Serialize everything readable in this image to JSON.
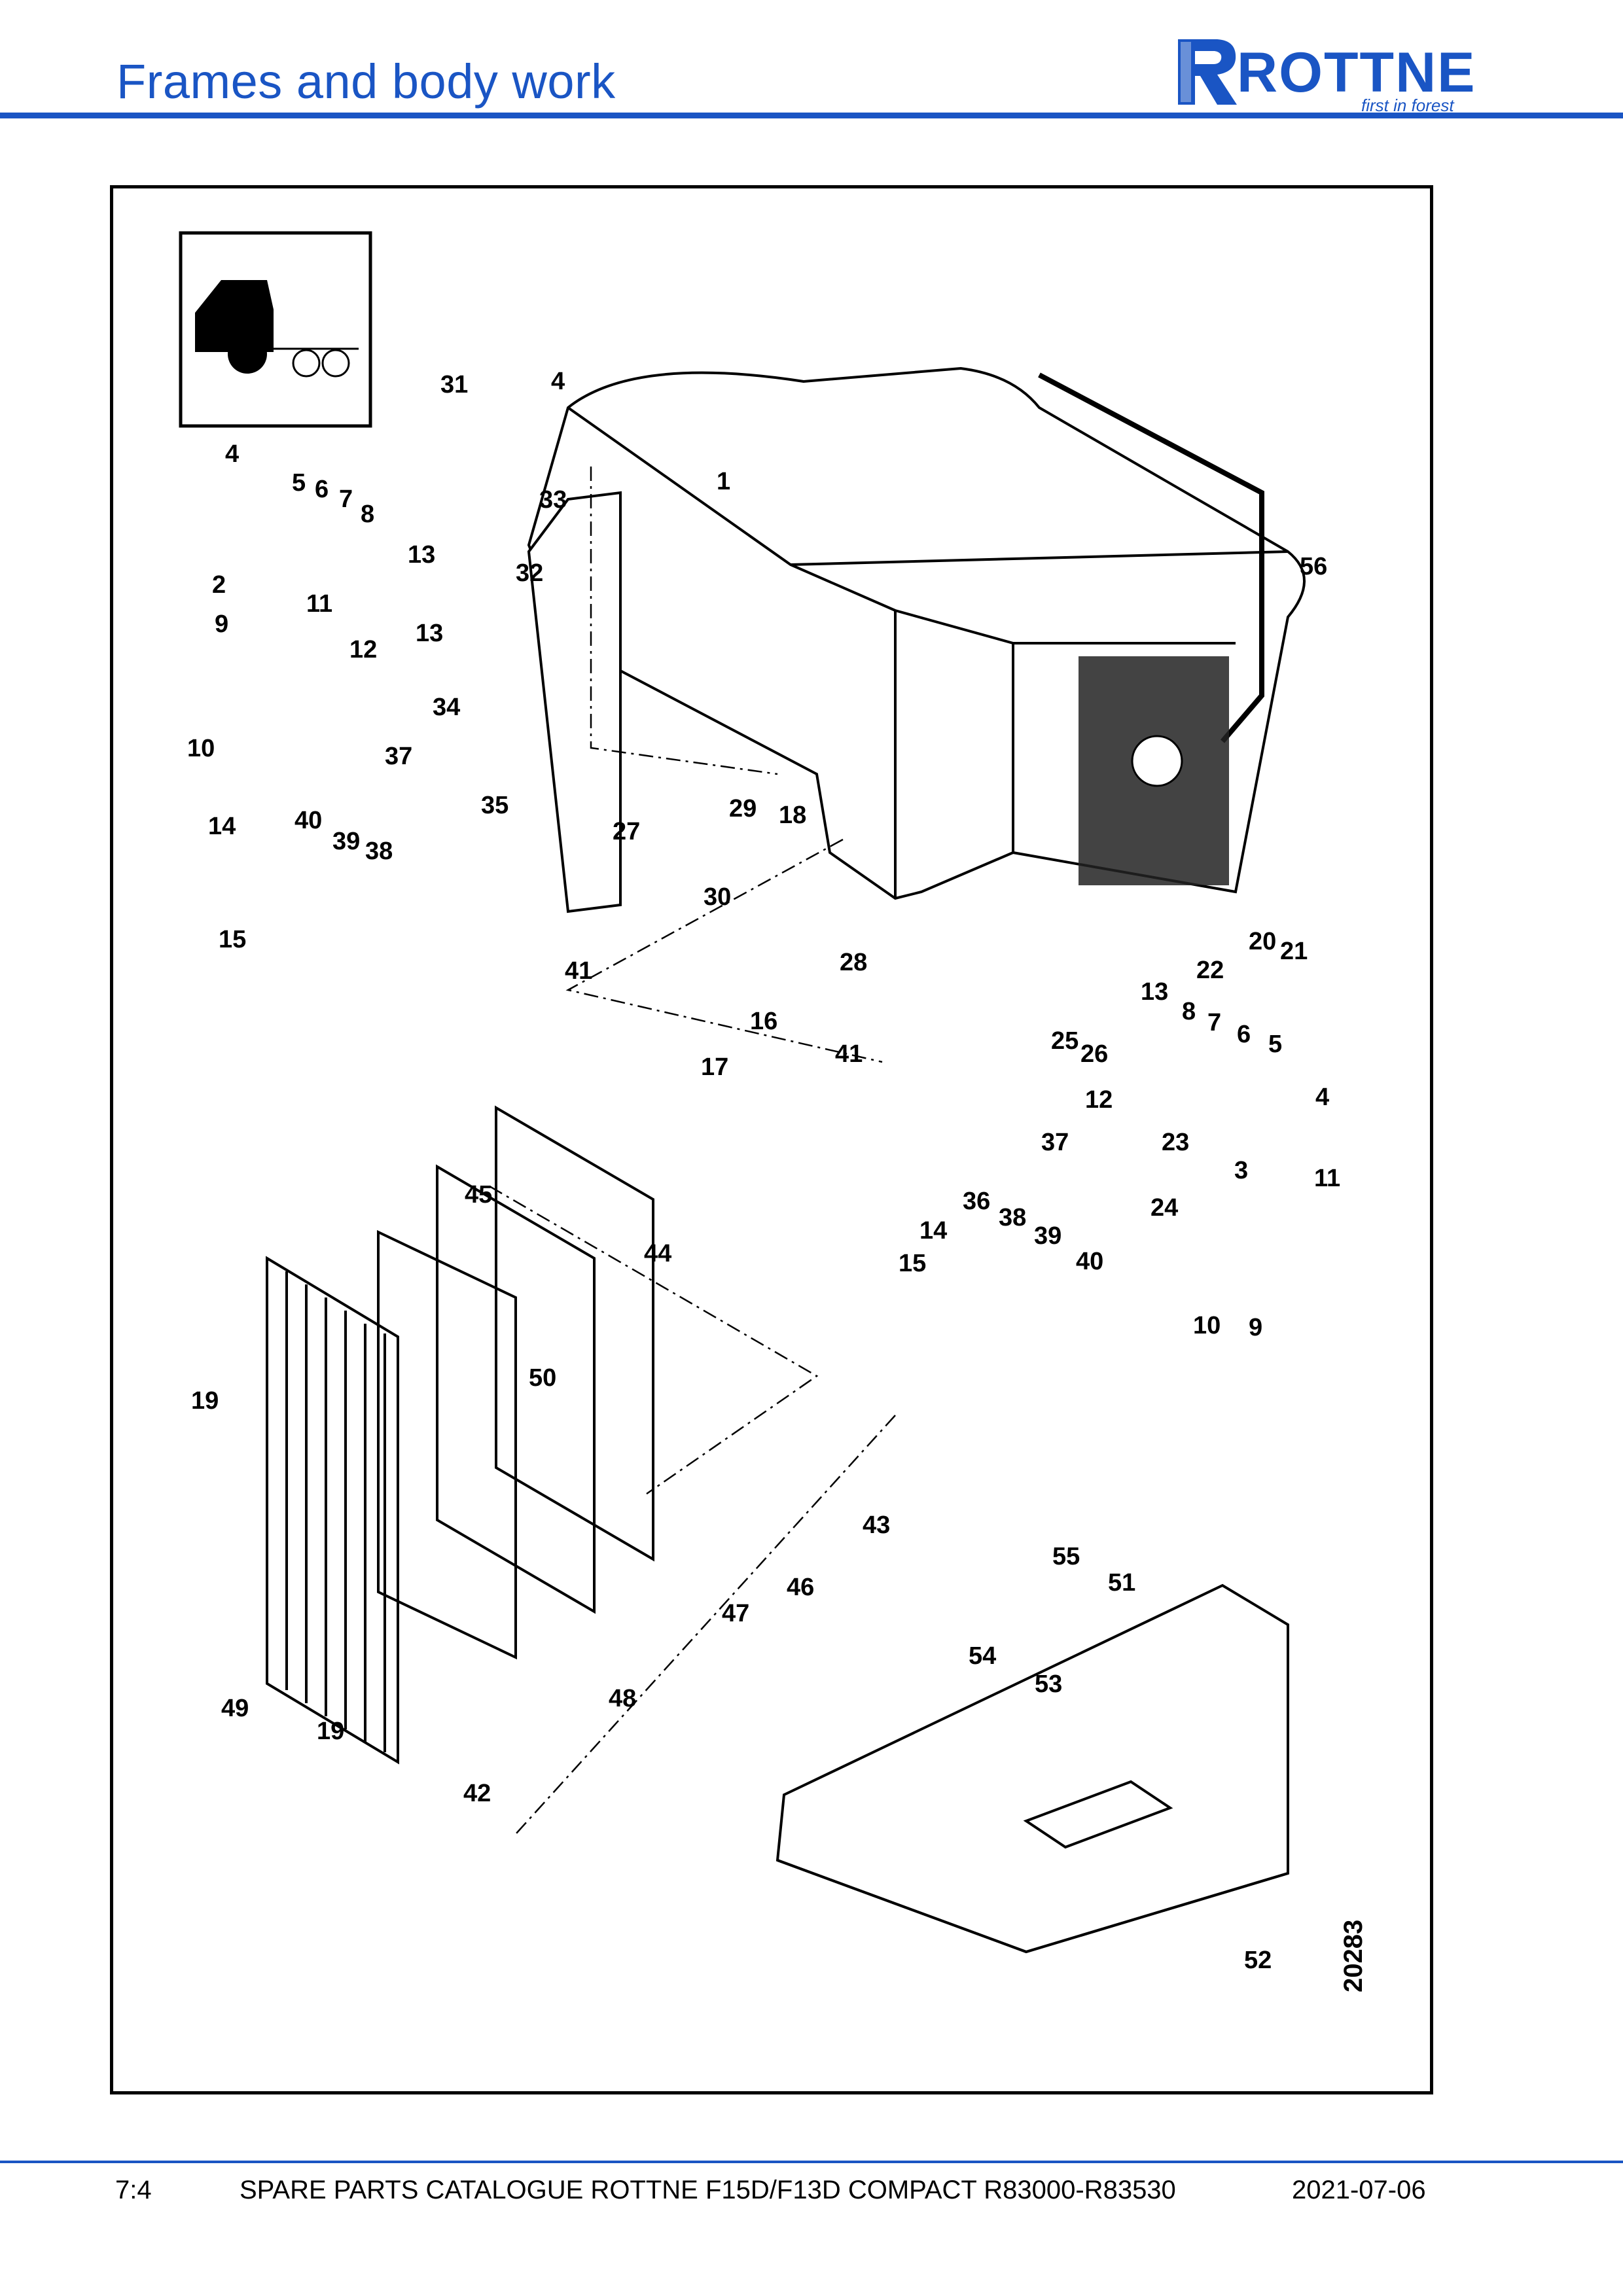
{
  "header": {
    "title": "Frames and body work",
    "logo_text": "ROTTNE",
    "logo_tagline": "first in forest"
  },
  "diagram": {
    "figure_number": "20283",
    "callouts": [
      "1",
      "2",
      "3",
      "4",
      "4",
      "4",
      "5",
      "5",
      "6",
      "6",
      "7",
      "7",
      "8",
      "8",
      "9",
      "9",
      "10",
      "10",
      "11",
      "11",
      "12",
      "12",
      "13",
      "13",
      "13",
      "14",
      "14",
      "15",
      "15",
      "16",
      "17",
      "18",
      "19",
      "19",
      "20",
      "21",
      "22",
      "23",
      "24",
      "25",
      "26",
      "27",
      "28",
      "29",
      "30",
      "31",
      "32",
      "33",
      "34",
      "35",
      "36",
      "37",
      "37",
      "38",
      "38",
      "39",
      "39",
      "40",
      "40",
      "41",
      "41",
      "42",
      "43",
      "44",
      "45",
      "46",
      "47",
      "48",
      "49",
      "50",
      "51",
      "52",
      "53",
      "54",
      "55",
      "56"
    ]
  },
  "footer": {
    "page": "7:4",
    "catalogue": "SPARE PARTS CATALOGUE ROTTNE F15D/F13D COMPACT R83000-R83530",
    "date": "2021-07-06"
  },
  "colors": {
    "accent": "#1a55c4",
    "line": "#000000"
  }
}
